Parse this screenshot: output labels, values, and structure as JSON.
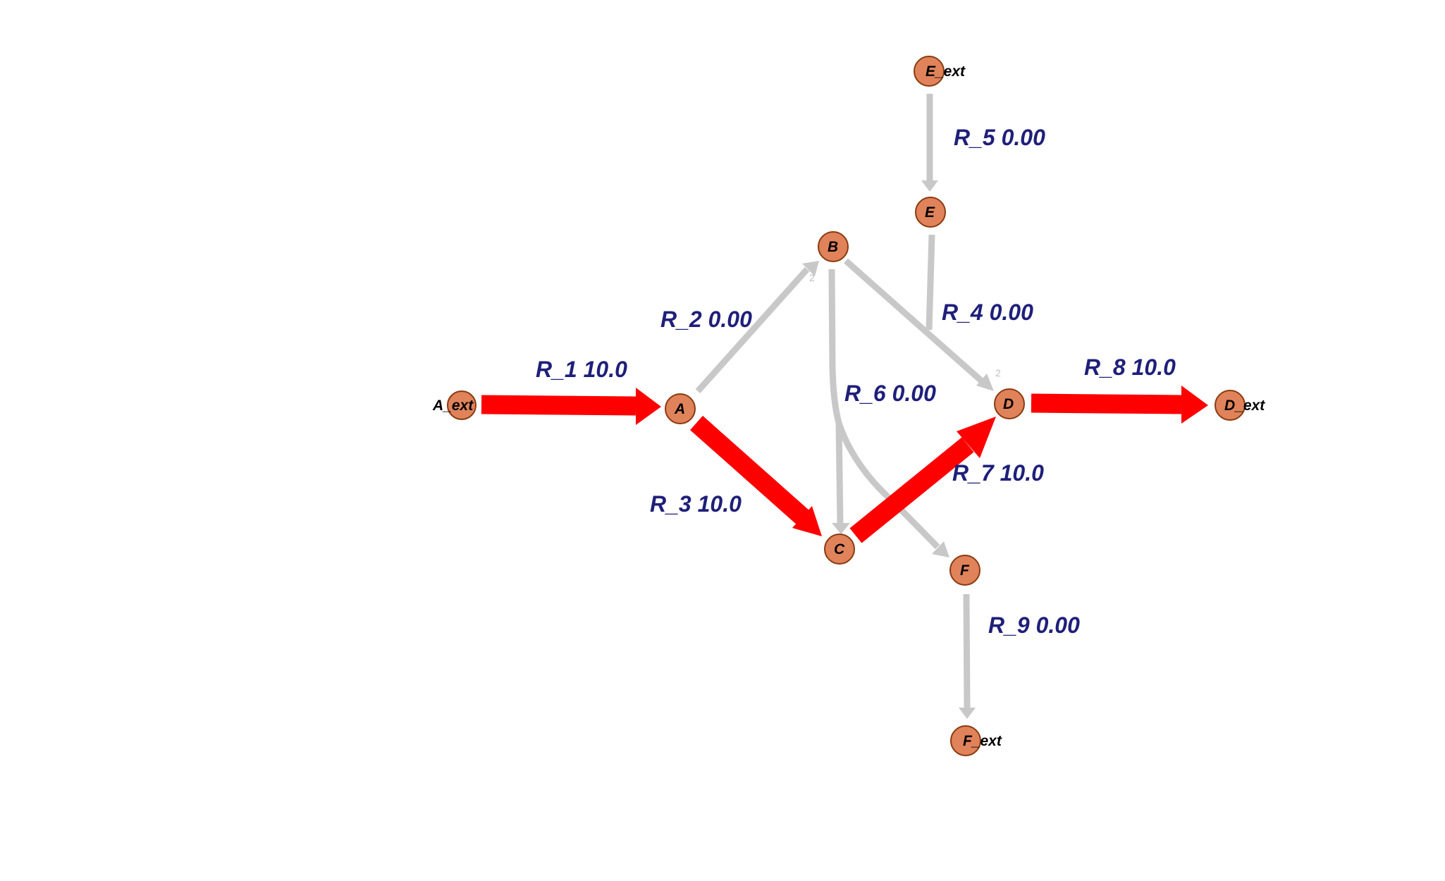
{
  "colors": {
    "active_flux": "#ff0000",
    "inactive_flux": "#c8c8c8",
    "node_fill": "#e0835a",
    "node_stroke": "#8a3a10",
    "label_text": "#1f1f7a"
  },
  "nodes": [
    {
      "id": "A_ext",
      "label": "A_ext"
    },
    {
      "id": "A",
      "label": "A"
    },
    {
      "id": "B",
      "label": "B"
    },
    {
      "id": "C",
      "label": "C"
    },
    {
      "id": "D",
      "label": "D"
    },
    {
      "id": "D_ext",
      "label": "D_ext"
    },
    {
      "id": "E_ext",
      "label": "E_ext"
    },
    {
      "id": "E",
      "label": "E"
    },
    {
      "id": "F",
      "label": "F"
    },
    {
      "id": "F_ext",
      "label": "F_ext"
    }
  ],
  "reactions": [
    {
      "id": "R_1",
      "label": "R_1 10.0",
      "flux": 10.0,
      "from": [
        "A_ext"
      ],
      "to": [
        "A"
      ]
    },
    {
      "id": "R_2",
      "label": "R_2 0.00",
      "flux": 0.0,
      "from": [
        "A"
      ],
      "to": [
        "B"
      ],
      "stoich": "2"
    },
    {
      "id": "R_3",
      "label": "R_3 10.0",
      "flux": 10.0,
      "from": [
        "A"
      ],
      "to": [
        "C"
      ]
    },
    {
      "id": "R_4",
      "label": "R_4 0.00",
      "flux": 0.0,
      "from": [
        "B",
        "E"
      ],
      "to": [
        "D"
      ],
      "stoich": "2"
    },
    {
      "id": "R_5",
      "label": "R_5 0.00",
      "flux": 0.0,
      "from": [
        "E_ext"
      ],
      "to": [
        "E"
      ]
    },
    {
      "id": "R_6",
      "label": "R_6 0.00",
      "flux": 0.0,
      "from": [
        "B"
      ],
      "to": [
        "C",
        "F"
      ]
    },
    {
      "id": "R_7",
      "label": "R_7 10.0",
      "flux": 10.0,
      "from": [
        "C"
      ],
      "to": [
        "D"
      ]
    },
    {
      "id": "R_8",
      "label": "R_8 10.0",
      "flux": 10.0,
      "from": [
        "D"
      ],
      "to": [
        "D_ext"
      ]
    },
    {
      "id": "R_9",
      "label": "R_9 0.00",
      "flux": 0.0,
      "from": [
        "F"
      ],
      "to": [
        "F_ext"
      ]
    }
  ]
}
